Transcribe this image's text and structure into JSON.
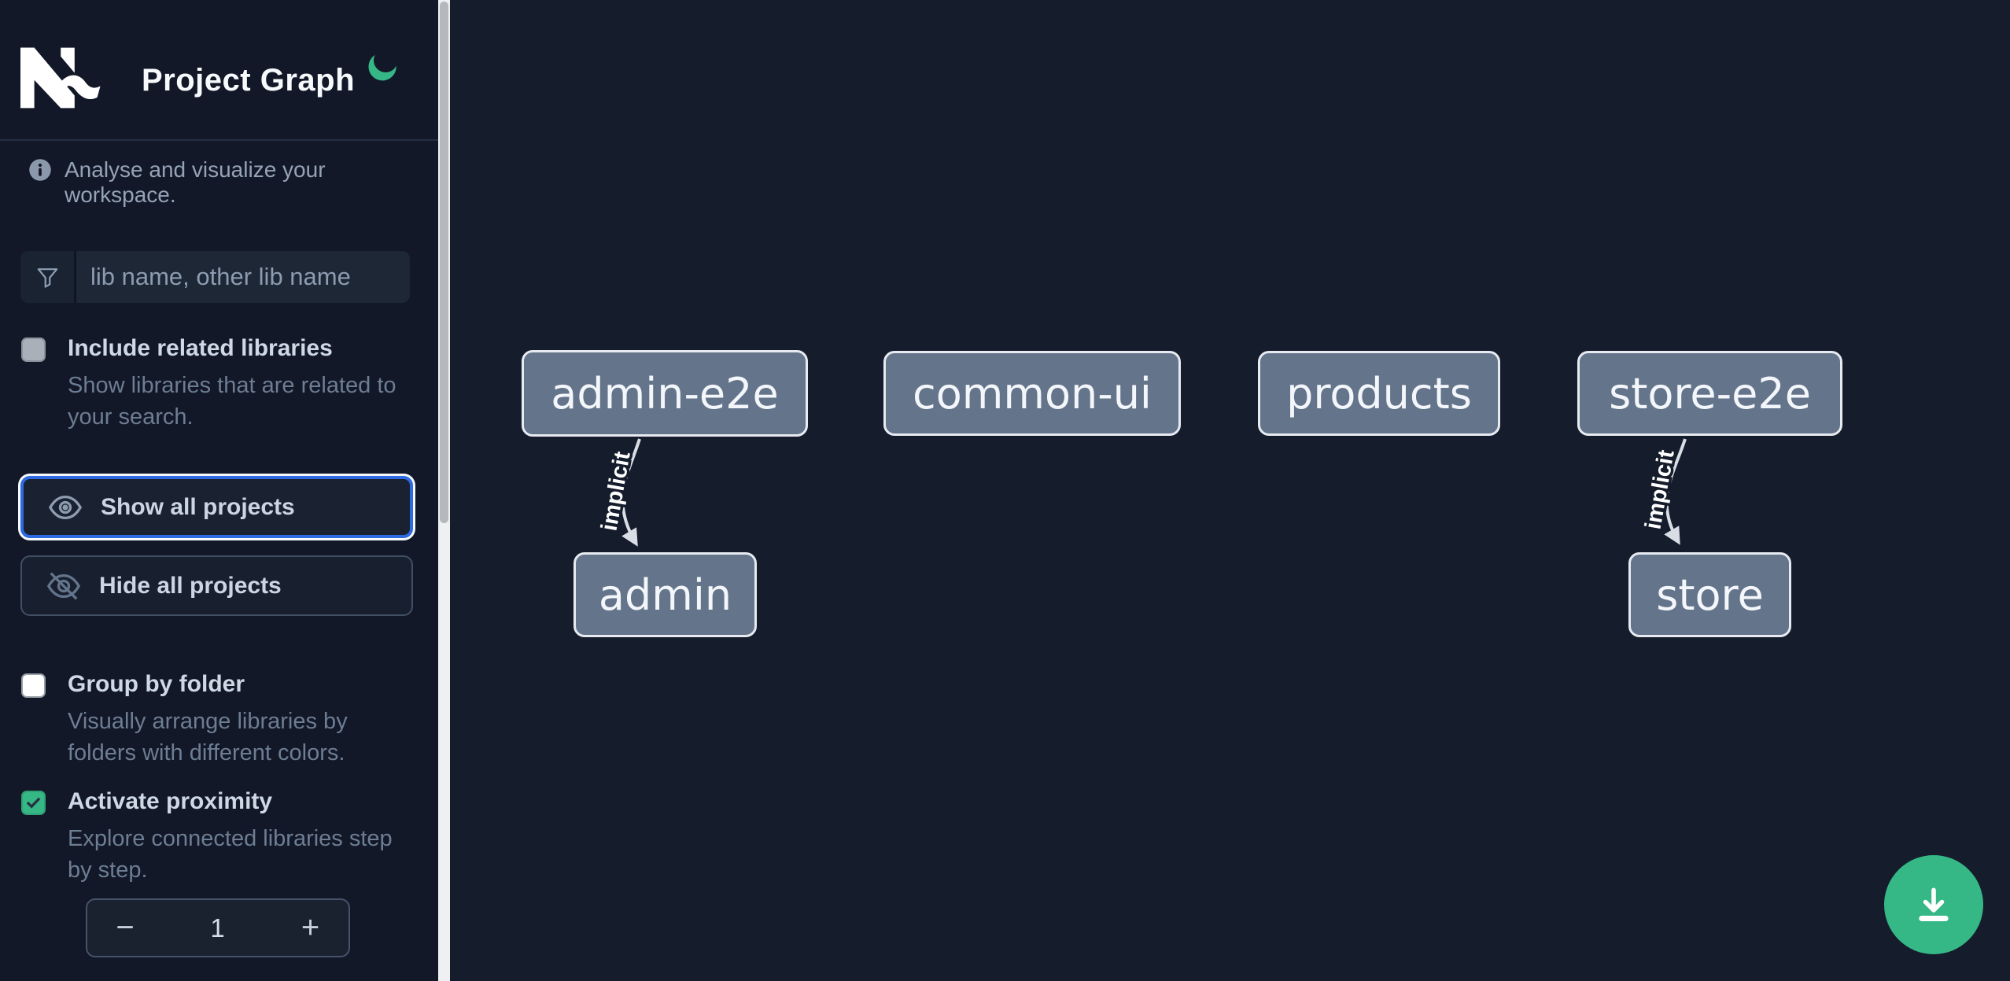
{
  "app": {
    "title": "Project Graph",
    "brand": "Nx"
  },
  "colors": {
    "accent_green": "#35b786",
    "focus_blue": "#2e6ae1",
    "node_fill": "#64748b",
    "node_border": "#e7ebf1",
    "edge": "#d9dee6",
    "sidebar_bg": "#121827",
    "canvas_bg": "#151c2b"
  },
  "icons": {
    "theme_toggle": "moon-icon",
    "info": "info-icon",
    "filter": "funnel-icon",
    "show_all": "eye-icon",
    "hide_all": "eye-slash-icon",
    "proximity_checked": "check-icon",
    "download": "download-icon"
  },
  "sidebar": {
    "info_text": "Analyse and visualize your workspace.",
    "search_placeholder": "lib name, other lib name",
    "options": [
      {
        "label": "Include related libraries",
        "description": "Show libraries that are related to your search.",
        "checked": false
      },
      {
        "label": "Group by folder",
        "description": "Visually arrange libraries by folders with different colors.",
        "checked": false
      },
      {
        "label": "Activate proximity",
        "description": "Explore connected libraries step by step.",
        "checked": true
      }
    ],
    "show_all_label": "Show all projects",
    "hide_all_label": "Hide all projects",
    "stepper": {
      "decrement": "−",
      "value": "1",
      "increment": "+"
    }
  },
  "graph": {
    "nodes": [
      {
        "label": "admin-e2e"
      },
      {
        "label": "common-ui"
      },
      {
        "label": "products"
      },
      {
        "label": "store-e2e"
      },
      {
        "label": "admin"
      },
      {
        "label": "store"
      }
    ],
    "edges": [
      {
        "from": "admin-e2e",
        "to": "admin",
        "label": "implicit"
      },
      {
        "from": "store-e2e",
        "to": "store",
        "label": "implicit"
      }
    ]
  }
}
